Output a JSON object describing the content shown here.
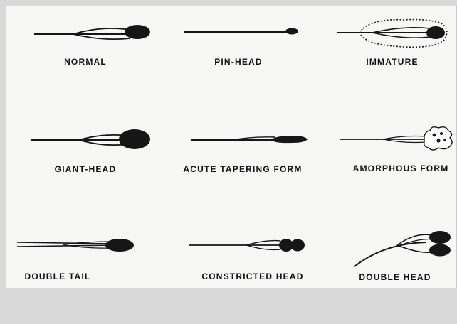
{
  "figure": {
    "forms": [
      {
        "label": "NORMAL",
        "icon": "normal-sperm-icon"
      },
      {
        "label": "PIN-HEAD",
        "icon": "pin-head-sperm-icon"
      },
      {
        "label": "IMMATURE",
        "icon": "immature-sperm-icon"
      },
      {
        "label": "GIANT-HEAD",
        "icon": "giant-head-sperm-icon"
      },
      {
        "label": "ACUTE TAPERING FORM",
        "icon": "acute-tapering-sperm-icon"
      },
      {
        "label": "AMORPHOUS FORM",
        "icon": "amorphous-sperm-icon"
      },
      {
        "label": "DOUBLE TAIL",
        "icon": "double-tail-sperm-icon"
      },
      {
        "label": "CONSTRICTED HEAD",
        "icon": "constricted-head-sperm-icon"
      },
      {
        "label": "DOUBLE HEAD",
        "icon": "double-head-sperm-icon"
      }
    ],
    "ink_color": "#161616",
    "background_color": "#f7f7f6"
  }
}
